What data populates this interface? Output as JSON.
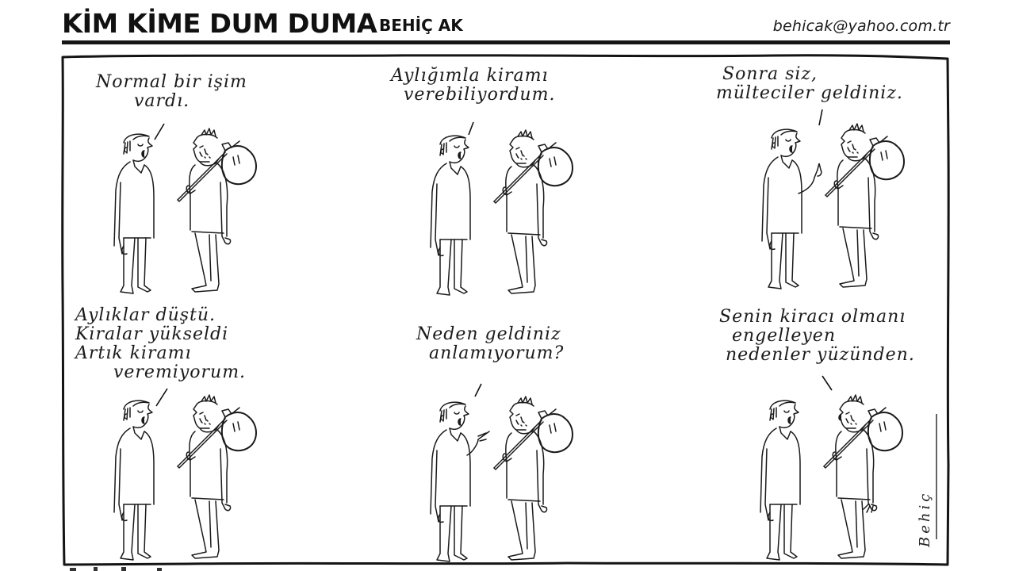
{
  "header": {
    "title": "KİM KİME DUM DUMA",
    "author": "BEHİÇ AK",
    "email": "behicak@yahoo.com.tr"
  },
  "comic": {
    "layout": "3x2 grid, borderless panels inside single hand-drawn frame",
    "characters": [
      "man-in-shirt",
      "migrant-with-bindle"
    ],
    "panels": [
      {
        "row": 1,
        "col": 1,
        "speaker": "man-in-shirt",
        "speaker_pose": "talking",
        "text": "Normal bir işim\n      vardı."
      },
      {
        "row": 1,
        "col": 2,
        "speaker": "man-in-shirt",
        "speaker_pose": "talking",
        "text": "Aylığımla kiramı\n  verebiliyordum."
      },
      {
        "row": 1,
        "col": 3,
        "speaker": "man-in-shirt",
        "speaker_pose": "raised-finger",
        "text": " Sonra siz,\nmülteciler geldiniz."
      },
      {
        "row": 2,
        "col": 1,
        "speaker": "man-in-shirt",
        "speaker_pose": "talking",
        "text": "Aylıklar düştü.\nKiralar yükseldi\nArtık kiramı\n      veremiyorum."
      },
      {
        "row": 2,
        "col": 2,
        "speaker": "man-in-shirt",
        "speaker_pose": "pointing",
        "text": "Neden geldiniz\n  anlamıyorum?"
      },
      {
        "row": 2,
        "col": 3,
        "speaker": "migrant-with-bindle",
        "speaker_pose": "talking",
        "text": "Senin kiracı olmanı\n  engelleyen\n nedenler yüzünden."
      }
    ],
    "signature": "Behiç"
  },
  "colors": {
    "ink": "#111111",
    "paper": "#ffffff",
    "rule": "#161616"
  }
}
